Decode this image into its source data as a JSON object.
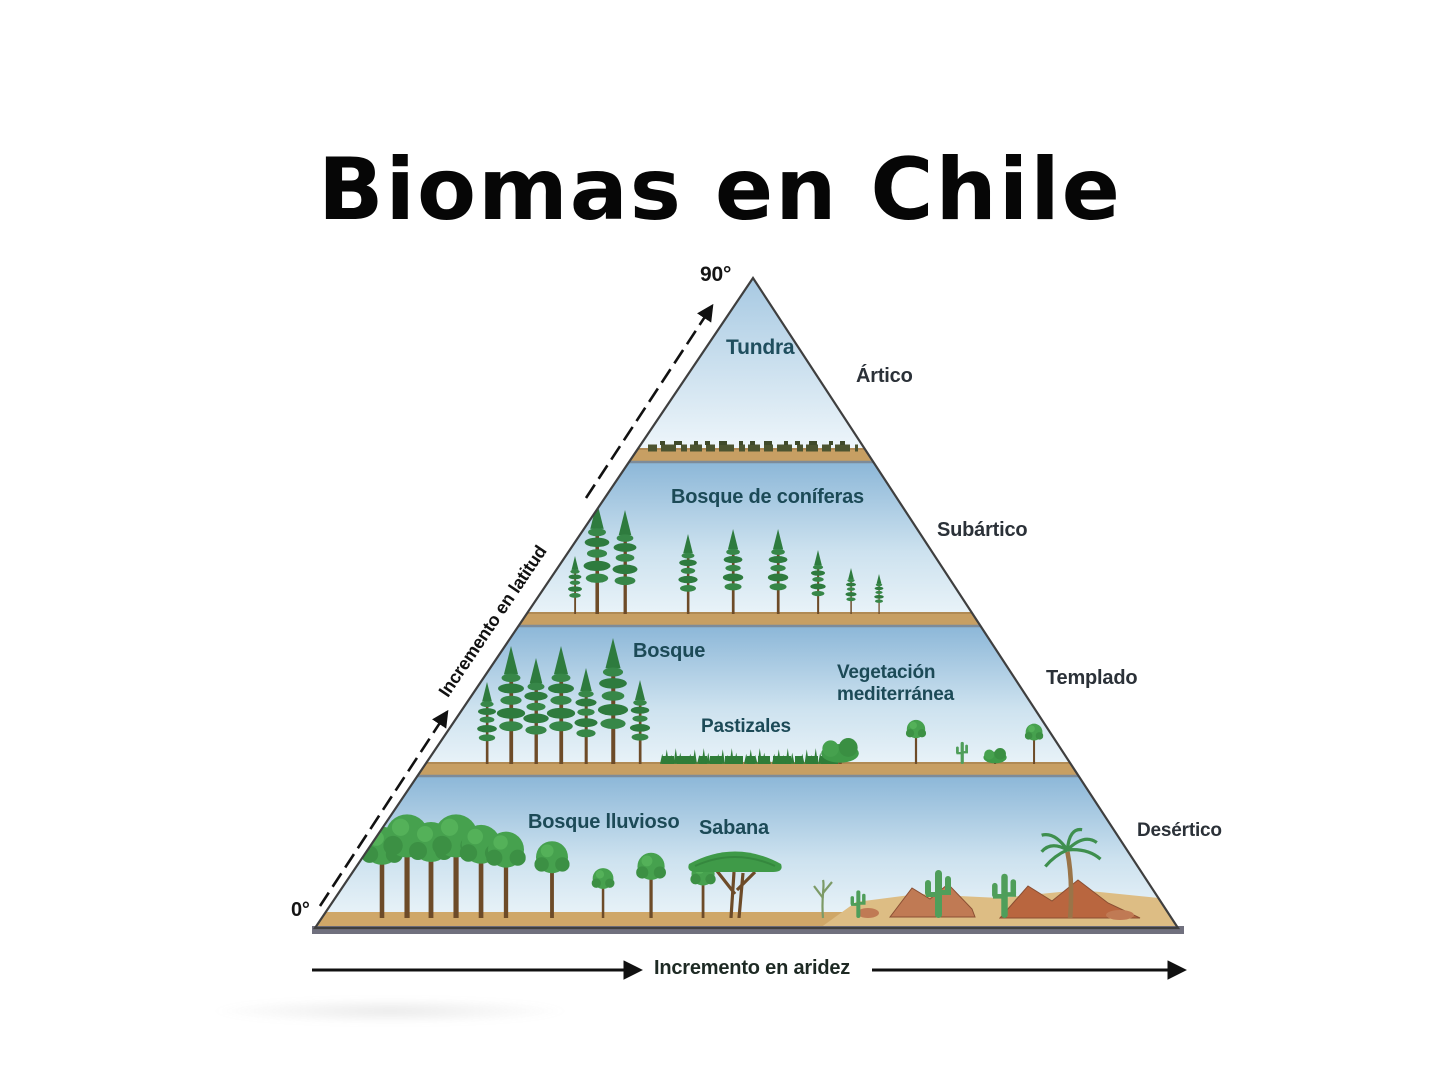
{
  "title": "Biomas en Chile",
  "figure": {
    "top_degree": "90°",
    "bottom_degree": "0°",
    "left_axis_label": "Incremento en latitud",
    "bottom_axis_label": "Incremento en aridez",
    "bands": [
      {
        "zone": "Ártico",
        "biomes": [
          "Tundra"
        ]
      },
      {
        "zone": "Subártico",
        "biomes": [
          "Bosque de coníferas"
        ]
      },
      {
        "zone": "Templado",
        "biomes": [
          "Bosque",
          "Pastizales",
          "Vegetación mediterránea"
        ]
      },
      {
        "zone": "Desértico",
        "biomes": [
          "Bosque lluvioso",
          "Sabana"
        ]
      }
    ],
    "colors": {
      "sky_top": "#8cb7d8",
      "sky_bottom": "#edf5fa",
      "ground": "#c79f63",
      "desert_sand": "#ddbd84",
      "rock": "#bd6f4a",
      "tree_green": "#3c8f46",
      "biome_label": "#1c4a57",
      "zone_label": "#2b3138"
    }
  }
}
